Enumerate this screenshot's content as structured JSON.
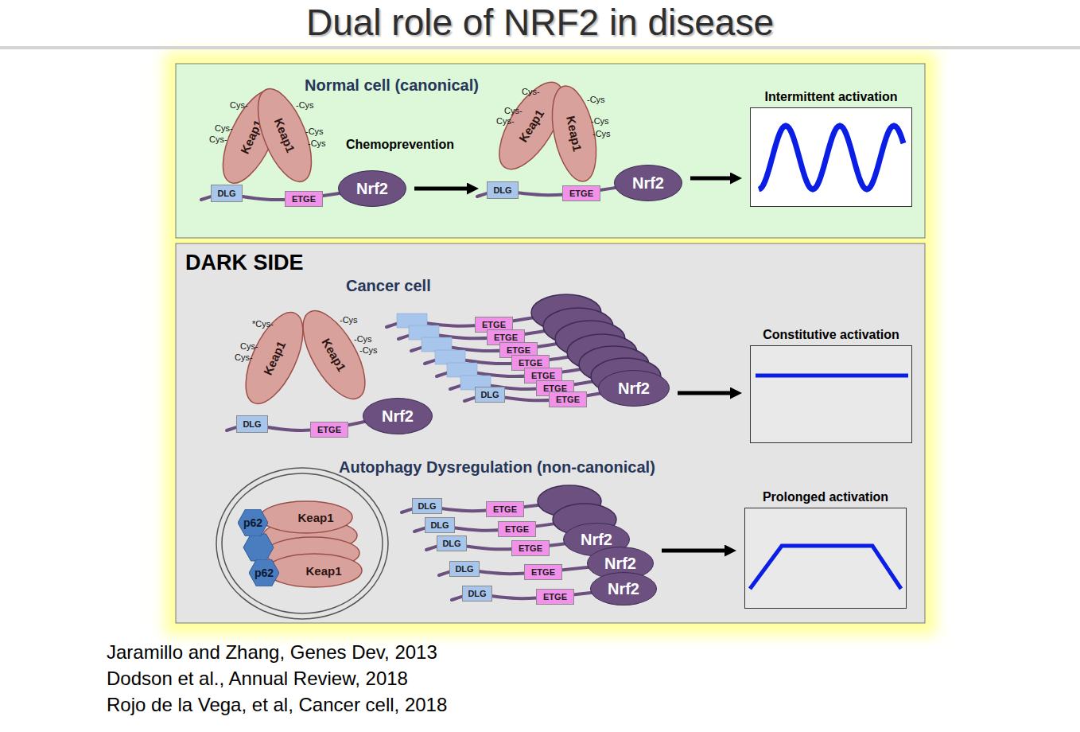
{
  "diagram": {
    "title": "Dual role of NRF2 in disease",
    "nodes": [
      {
        "text": [
          "Normal cell (canonical)"
        ]
      },
      {
        "text": [
          "Keap1"
        ],
        "in": 0
      },
      {
        "text": [
          "Keap1"
        ],
        "in": 0
      },
      {
        "text": [
          "DLG"
        ],
        "in": 0
      },
      {
        "text": [
          "ETGE"
        ],
        "in": 0
      },
      {
        "text": [
          "Nrf2"
        ],
        "in": 0
      },
      {
        "text": [
          "Keap1"
        ],
        "in": 0
      },
      {
        "text": [
          "Keap1"
        ],
        "in": 0
      },
      {
        "text": [
          "DLG"
        ],
        "in": 0
      },
      {
        "text": [
          "ETGE"
        ],
        "in": 0
      },
      {
        "text": [
          "Nrf2"
        ],
        "in": 0
      },
      {
        "text": [
          "Intermittent activation"
        ],
        "in": 0
      },
      {
        "text": [
          "DARK SIDE"
        ]
      },
      {
        "text": [
          "Keap1"
        ],
        "in": 12
      },
      {
        "text": [
          "Keap1"
        ],
        "in": 12
      },
      {
        "text": [
          "DLG"
        ],
        "in": 12
      },
      {
        "text": [
          "ETGE"
        ],
        "in": 12
      },
      {
        "text": [
          "Nrf2"
        ],
        "in": 12
      },
      {
        "text": [
          "ETGE"
        ],
        "in": 12
      },
      {
        "text": [
          "ETGE"
        ],
        "in": 12
      },
      {
        "text": [
          "ETGE"
        ],
        "in": 12
      },
      {
        "text": [
          "ETGE"
        ],
        "in": 12
      },
      {
        "text": [
          "ETGE"
        ],
        "in": 12
      },
      {
        "text": [
          "ETGE"
        ],
        "in": 12
      },
      {
        "text": [
          "ETGE"
        ],
        "in": 12
      },
      {
        "text": [
          "DLG"
        ],
        "in": 12
      },
      {
        "text": [
          "Nrf2"
        ],
        "in": 12
      },
      {
        "text": [
          "Constitutive activation"
        ],
        "in": 12
      },
      {
        "text": [
          "Keap1"
        ],
        "in": 12
      },
      {
        "text": [
          "Keap1"
        ],
        "in": 12
      },
      {
        "text": [
          "p62"
        ],
        "in": 12
      },
      {
        "text": [
          "p62"
        ],
        "in": 12
      },
      {
        "text": [
          "DLG"
        ],
        "in": 12
      },
      {
        "text": [
          "DLG"
        ],
        "in": 12
      },
      {
        "text": [
          "DLG"
        ],
        "in": 12
      },
      {
        "text": [
          "DLG"
        ],
        "in": 12
      },
      {
        "text": [
          "DLG"
        ],
        "in": 12
      },
      {
        "text": [
          "ETGE"
        ],
        "in": 12
      },
      {
        "text": [
          "ETGE"
        ],
        "in": 12
      },
      {
        "text": [
          "ETGE"
        ],
        "in": 12
      },
      {
        "text": [
          "ETGE"
        ],
        "in": 12
      },
      {
        "text": [
          "ETGE"
        ],
        "in": 12
      },
      {
        "text": [
          "Nrf2"
        ],
        "in": 12
      },
      {
        "text": [
          "Nrf2"
        ],
        "in": 12
      },
      {
        "text": [
          "Nrf2"
        ],
        "in": 12
      },
      {
        "text": [
          "Prolonged activation"
        ],
        "in": 12
      }
    ],
    "edges": [
      {
        "from": 5,
        "to": 8,
        "arrow": "to"
      },
      {
        "from": 10,
        "to": 11,
        "arrow": "to"
      },
      {
        "from": 26,
        "to": 27,
        "arrow": "to"
      },
      {
        "from": 43,
        "to": 45,
        "arrow": "to"
      }
    ],
    "labels": [
      "Cys-",
      "Cys-",
      "Cys-",
      "-Cys",
      "-Cys",
      "-Cys",
      "Chemoprevention",
      "Cys-",
      "Cys-",
      "Cys-",
      "-Cys",
      "-Cys",
      "-Cys",
      "Cancer cell",
      "*Cys-",
      "Cys-",
      "Cys-",
      "-Cys",
      "-Cys",
      "-Cys",
      "Autophagy Dysregulation (non-canonical)",
      "Jaramillo and Zhang, Genes Dev, 2013",
      "Dodson et al., Annual Review, 2018",
      "Rojo de la Vega, et al, Cancer cell, 2018"
    ]
  }
}
